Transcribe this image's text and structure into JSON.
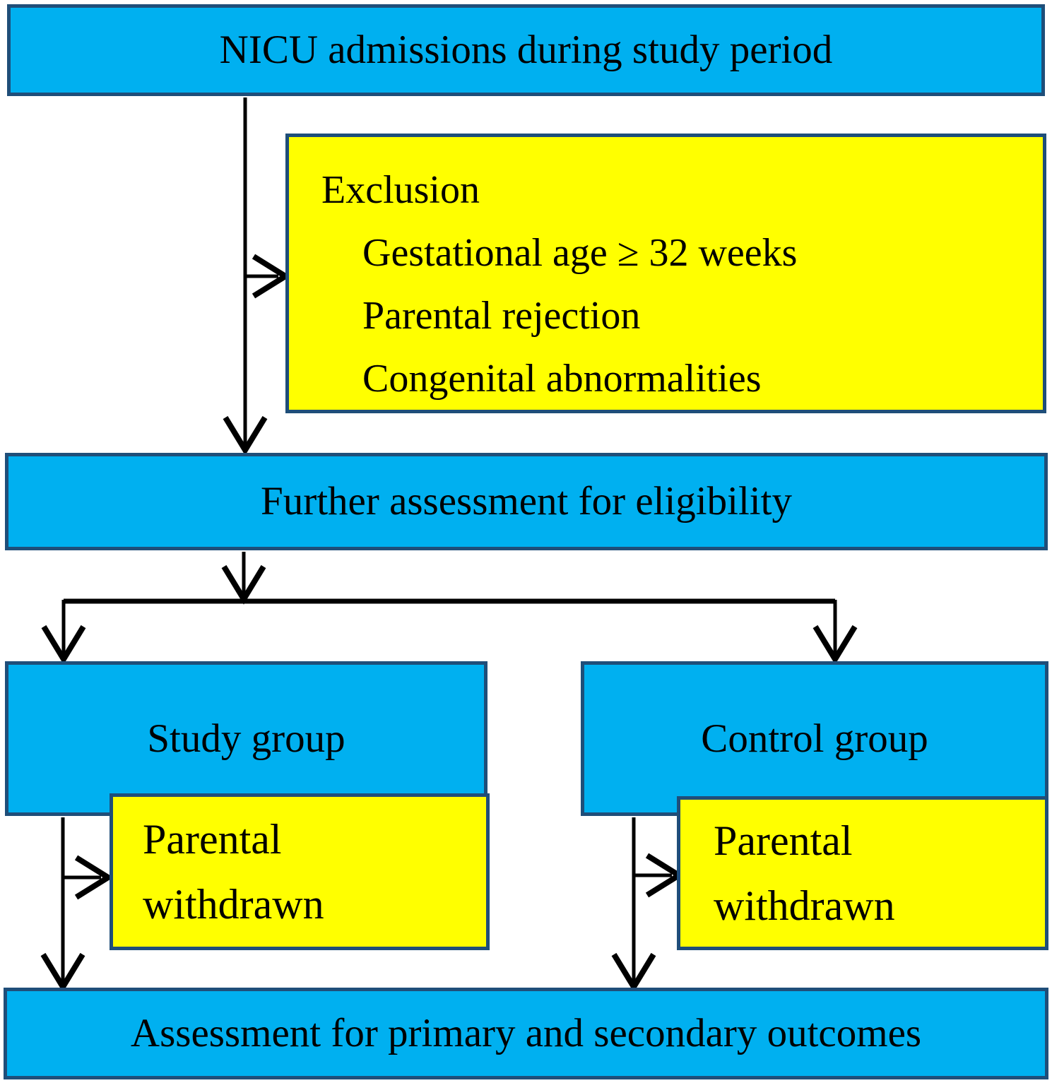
{
  "diagram": {
    "title_hint": "Study flow diagram",
    "nodes": {
      "nicu": {
        "label": "NICU admissions during study period"
      },
      "exclusion": {
        "title": "Exclusion",
        "items": [
          "Gestational age ≥ 32 weeks",
          "Parental rejection",
          "Congenital abnormalities"
        ]
      },
      "further": {
        "label": "Further assessment for eligibility"
      },
      "study": {
        "label": "Study group"
      },
      "control": {
        "label": "Control group"
      },
      "parental_study": {
        "lines": [
          "Parental",
          "withdrawn"
        ]
      },
      "parental_control": {
        "lines": [
          "Parental",
          "withdrawn"
        ]
      },
      "assessment": {
        "label": "Assessment for primary and secondary outcomes"
      }
    },
    "colors": {
      "node_fill": "#00B0F0",
      "node_border": "#1F4E79",
      "note_fill": "#FFFF00",
      "note_border": "#1F4E79",
      "arrow": "#000000",
      "text": "#000000",
      "background": "#FFFFFF"
    }
  }
}
